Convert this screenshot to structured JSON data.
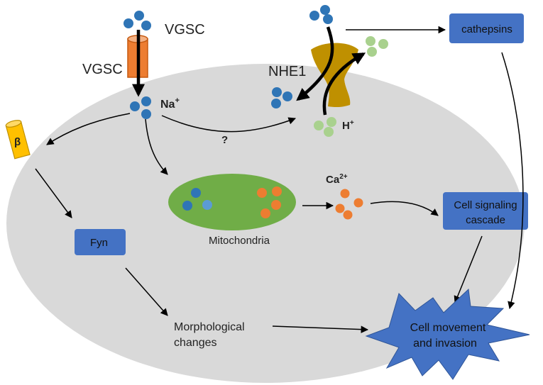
{
  "labels": {
    "vgsc_top": "VGSC",
    "vgsc_left": "VGSC",
    "na_ion": "Na",
    "na_charge": "+",
    "nhe1": "NHE1",
    "h_ion": "H",
    "h_charge": "+",
    "ca_ion": "Ca",
    "ca_charge": "2+",
    "question": "?",
    "beta": "β",
    "mitochondria": "Mitochondria",
    "morph_line1": "Morphological",
    "morph_line2": "changes"
  },
  "boxes": {
    "cathepsins": "cathepsins",
    "fyn": "Fyn",
    "signaling_line1": "Cell signaling",
    "signaling_line2": "cascade",
    "movement_line1": "Cell movement",
    "movement_line2": "and invasion"
  },
  "colors": {
    "cell": "#d9d9d9",
    "sodium": "#2f75b6",
    "proton": "#a9d18e",
    "calcium": "#ed7d31",
    "mitochondrion": "#70ad47",
    "box": "#4472c4",
    "channel": "#ed7d31",
    "exchanger": "#bf9000",
    "beta_subunit": "#ffc000",
    "arrow": "#000000"
  }
}
